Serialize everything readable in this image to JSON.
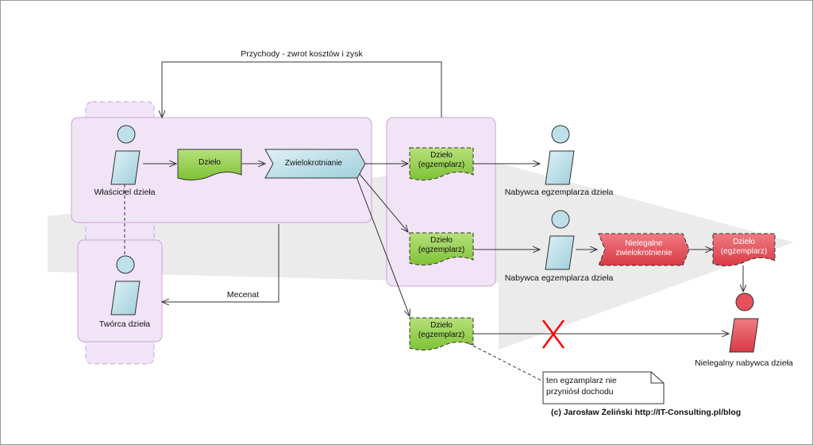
{
  "top_label": "Przychody - zwrot kosztów i zysk",
  "mecenat_label": "Mecenat",
  "owner": {
    "label": "Właściciel dzieła"
  },
  "creator": {
    "label": "Twórca dzieła"
  },
  "work": {
    "label": "Dzieło"
  },
  "multiplication": {
    "label": "Zwielokrotnianie"
  },
  "copy_label": "Dzieło\n(egzemplarz)",
  "buyer1": {
    "label": "Nabywca egzemplarza dzieła"
  },
  "buyer2": {
    "label": "Nabywca egzemplarza dzieła"
  },
  "illegal_multiplication": {
    "label": "Nielegalne\nzwielokrotnienie"
  },
  "illegal_copy": {
    "label": "Dzieło\n(egzemplarz)"
  },
  "illegal_buyer": {
    "label": "Nielegalny nabywca dzieła"
  },
  "note": {
    "text": "ten egzamplarz nie\nprzyniósł dochodu"
  },
  "credit": "(c) Jarosław Żeliński http://IT-Consulting.pl/blog",
  "colors": {
    "group_fill": "#f2e4f7",
    "group_stroke": "#c9a3d6",
    "actor_fill": "#bde0ea",
    "green": "#92d050",
    "red": "#e8505b",
    "cross": "#ff0000"
  }
}
